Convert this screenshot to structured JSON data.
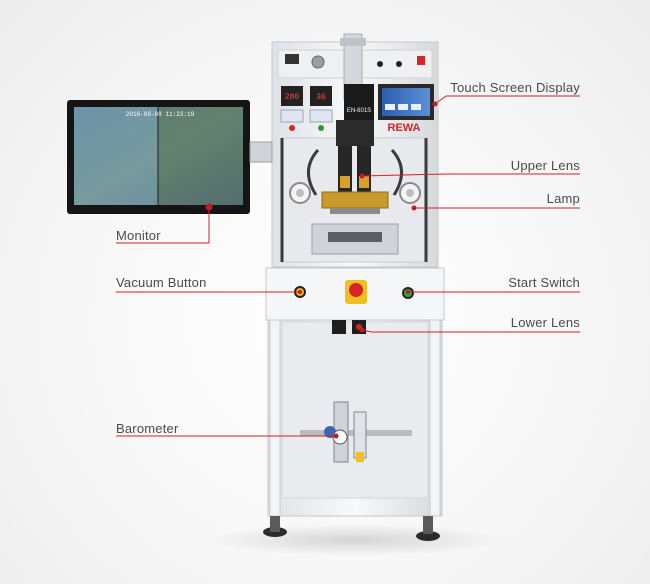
{
  "callouts": {
    "touch_screen_display": "Touch Screen Display",
    "upper_lens": "Upper Lens",
    "lamp": "Lamp",
    "monitor": "Monitor",
    "vacuum_button": "Vacuum Button",
    "start_switch": "Start Switch",
    "lower_lens": "Lower Lens",
    "barometer": "Barometer"
  },
  "machine": {
    "brand": "REWA",
    "model": "EN-601S",
    "temp_display_1": "280",
    "temp_display_2": "36",
    "monitor_timestamp": "2016-09-08  11:23:19"
  },
  "colors": {
    "callout_line": "#d0202a",
    "callout_dot": "#c41a22",
    "machine_body": "#f2f3f5",
    "frame_dark": "#2b2b2b",
    "brand_red": "#d8232a"
  }
}
